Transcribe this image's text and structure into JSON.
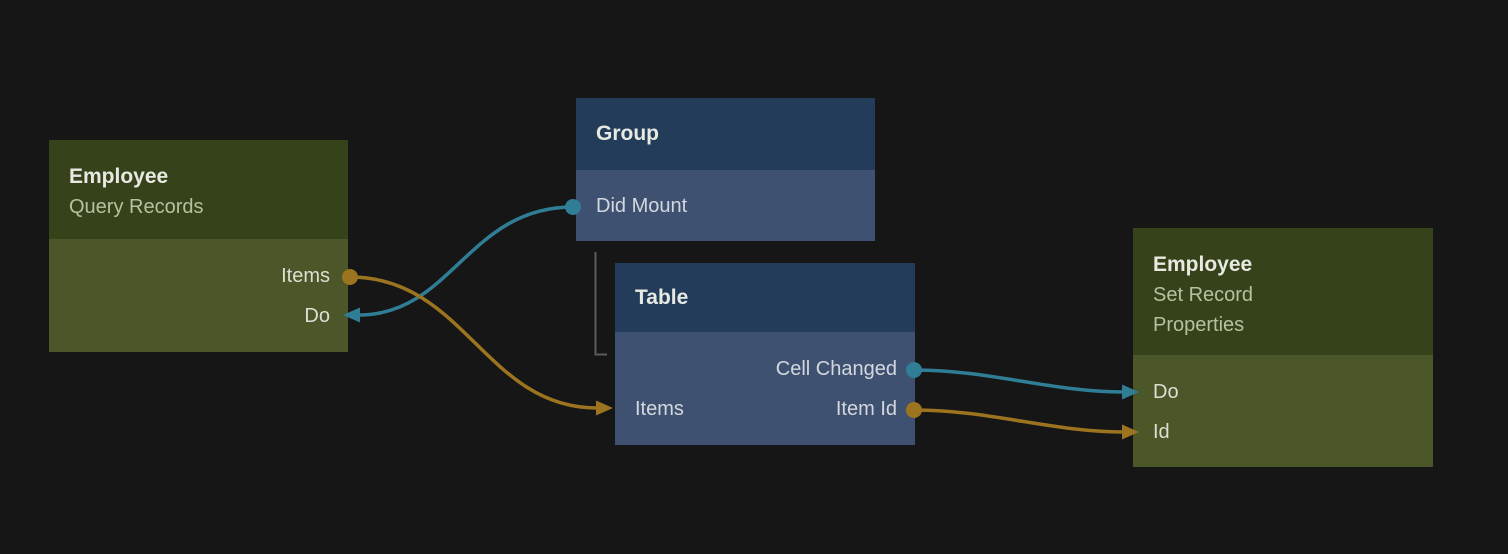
{
  "colors": {
    "background": "#161616",
    "green_header": "#35421a",
    "green_body": "#4b5728",
    "blue_header": "#223c59",
    "blue_body": "#3f5170",
    "wire_teal": "#2f7e96",
    "wire_gold": "#9c7420",
    "hierarchy_line": "#5c5c5c"
  },
  "nodes": [
    {
      "id": "employee-query-records",
      "theme": "green",
      "title": "Employee",
      "subtitle": "Query Records",
      "ports": [
        {
          "name": "Items",
          "side": "right",
          "direction": "output",
          "color": "#9c7420"
        },
        {
          "name": "Do",
          "side": "right",
          "direction": "input",
          "color": "#2f7e96"
        }
      ]
    },
    {
      "id": "group",
      "theme": "blue",
      "title": "Group",
      "ports": [
        {
          "name": "Did Mount",
          "side": "left",
          "direction": "output",
          "color": "#2f7e96"
        }
      ]
    },
    {
      "id": "table",
      "theme": "blue",
      "title": "Table",
      "ports": [
        {
          "name": "Cell Changed",
          "side": "right",
          "direction": "output",
          "color": "#2f7e96"
        },
        {
          "name": "Items",
          "side": "left",
          "direction": "input",
          "color": "#9c7420"
        },
        {
          "name": "Item Id",
          "side": "right",
          "direction": "output",
          "color": "#9c7420"
        }
      ]
    },
    {
      "id": "employee-set-record-properties",
      "theme": "green",
      "title": "Employee",
      "subtitle": "Set Record Properties",
      "ports": [
        {
          "name": "Do",
          "side": "left",
          "direction": "input",
          "color": "#2f7e96"
        },
        {
          "name": "Id",
          "side": "left",
          "direction": "input",
          "color": "#9c7420"
        }
      ]
    }
  ],
  "connections": [
    {
      "from_node": "Group",
      "from_port": "Did Mount",
      "to_node": "Employee Query Records",
      "to_port": "Do",
      "color": "#2f7e96"
    },
    {
      "from_node": "Employee Query Records",
      "from_port": "Items",
      "to_node": "Table",
      "to_port": "Items",
      "color": "#9c7420"
    },
    {
      "from_node": "Table",
      "from_port": "Cell Changed",
      "to_node": "Employee Set Record Properties",
      "to_port": "Do",
      "color": "#2f7e96"
    },
    {
      "from_node": "Table",
      "from_port": "Item Id",
      "to_node": "Employee Set Record Properties",
      "to_port": "Id",
      "color": "#9c7420"
    }
  ],
  "hierarchy": [
    {
      "parent": "Group",
      "child": "Table"
    }
  ]
}
